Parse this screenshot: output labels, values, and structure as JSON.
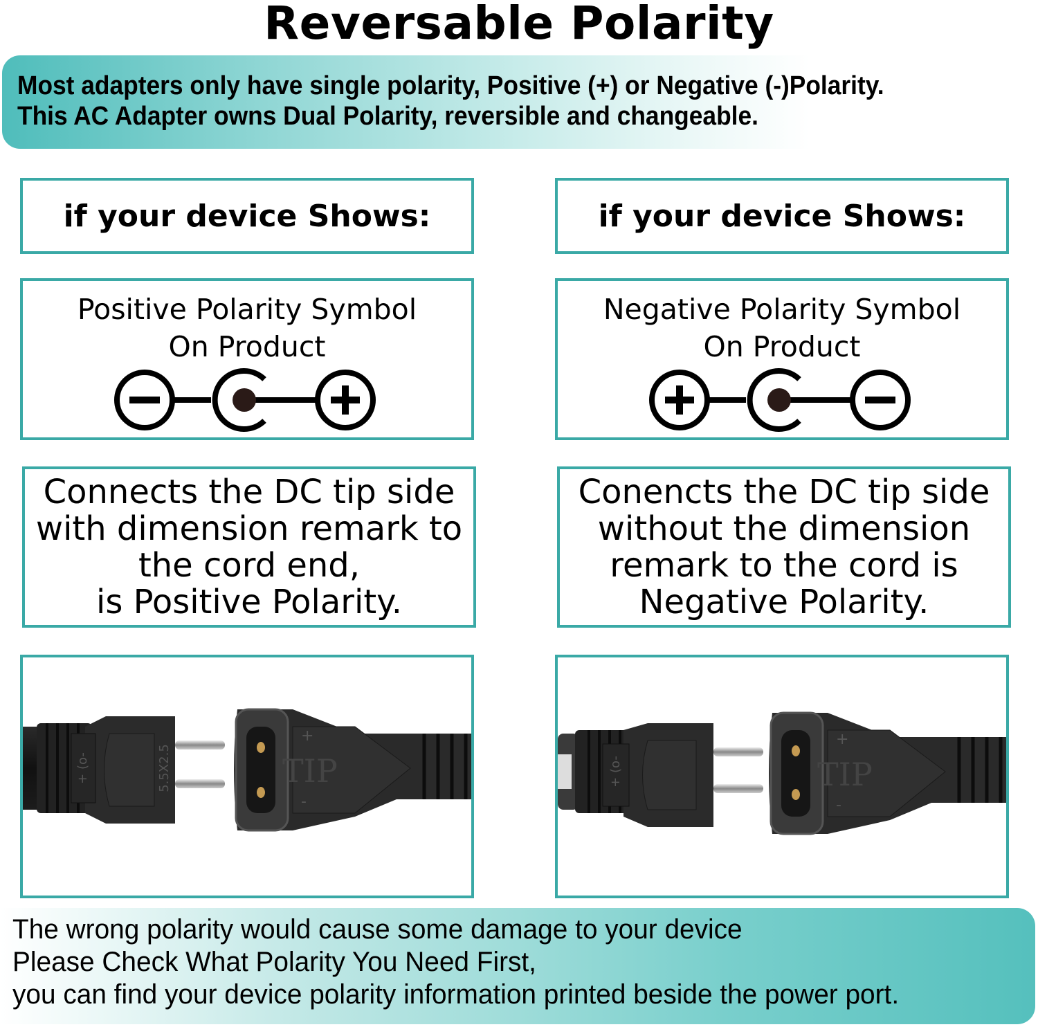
{
  "title": "Reversable Polarity",
  "top_banner": {
    "line1": "Most adapters only have single polarity, Positive (+) or Negative (-)Polarity.",
    "line2": "This AC Adapter owns Dual Polarity, reversible and changeable."
  },
  "colors": {
    "accent": "#3aa9a6",
    "banner_teal": "#4fbdbb"
  },
  "columns": [
    {
      "header": "if your device Shows:",
      "symbol_label_line1": "Positive Polarity Symbol",
      "symbol_label_line2": "On Product",
      "symbol": {
        "left": "minus-circle-icon",
        "center": "dc-barrel-icon",
        "right": "plus-circle-icon"
      },
      "description": [
        "Connects the DC tip side",
        "with dimension remark to",
        "the cord end,",
        "is Positive Polarity."
      ],
      "photo": {
        "plug_marking": "5.5X2.5",
        "socket_marking": "TIP",
        "plug_symbol": "+ (o- ",
        "socket_plus": "+",
        "socket_minus": "-"
      }
    },
    {
      "header": "if your device Shows:",
      "symbol_label_line1": "Negative Polarity Symbol",
      "symbol_label_line2": "On Product",
      "symbol": {
        "left": "plus-circle-icon",
        "center": "dc-barrel-icon",
        "right": "minus-circle-icon"
      },
      "description": [
        "Conencts the DC tip side",
        "without the dimension",
        "remark to the cord is",
        "Negative Polarity."
      ],
      "photo": {
        "plug_marking": "",
        "socket_marking": "TIP",
        "plug_symbol": "+ (o- ",
        "socket_plus": "+",
        "socket_minus": "-"
      }
    }
  ],
  "bottom_banner": {
    "line1": "The wrong polarity would cause some damage to your device",
    "line2": "Please Check What Polarity You Need First,",
    "line3": "you can find your device polarity information printed beside the power port."
  }
}
